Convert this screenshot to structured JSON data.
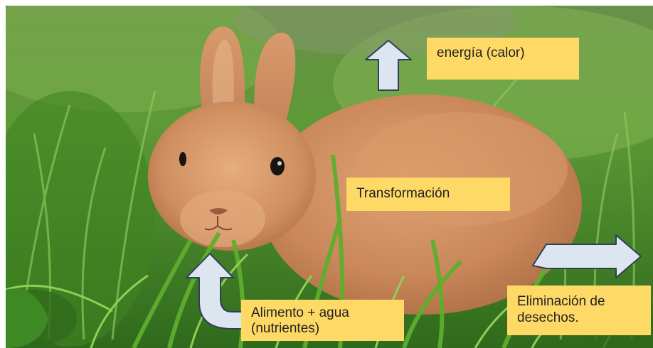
{
  "labels": {
    "energy": "energía (calor)",
    "transformation": "Transformación",
    "food_line1": "Alimento + agua",
    "food_line2": "(nutrientes)",
    "waste_line1": "Eliminación de",
    "waste_line2": "desechos."
  },
  "colors": {
    "label_background": "#ffd966",
    "arrow_fill": "#dde6f0",
    "arrow_stroke": "#2f3f57",
    "rabbit_fur": "#c9875a",
    "grass": "#4f9a2d"
  },
  "icons": {
    "energy_arrow": "arrow-up-icon",
    "food_arrow": "u-turn-arrow-icon",
    "waste_arrow": "arrow-right-icon"
  }
}
